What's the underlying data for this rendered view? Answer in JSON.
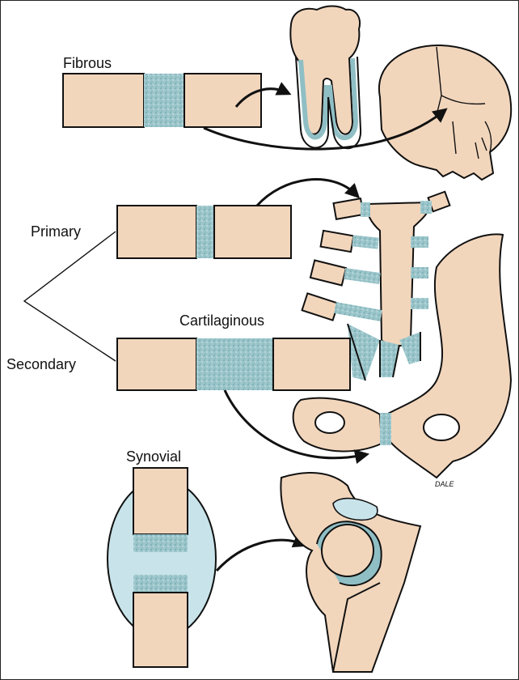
{
  "labels": {
    "fibrous": "Fibrous",
    "primary": "Primary",
    "secondary": "Secondary",
    "cartilaginous": "Cartilaginous",
    "synovial": "Synovial"
  },
  "signature": "DALE",
  "colors": {
    "bone": "#f2d6bc",
    "cartilage": "#8fbfc4",
    "capsule": "#c8e4ea",
    "outline": "#111111"
  }
}
